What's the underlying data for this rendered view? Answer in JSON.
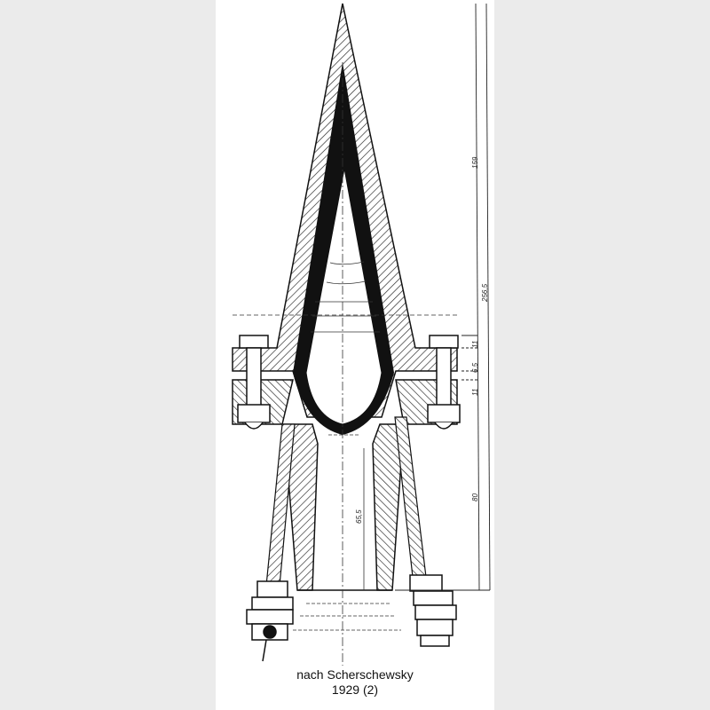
{
  "caption": {
    "line1": "nach Scherschewsky",
    "line2": "1929 (2)"
  },
  "dimensions": {
    "height_upper": "159",
    "height_total": "256,5",
    "flange_a": "11",
    "flange_gap": "6,5",
    "flange_b": "11",
    "height_lower": "80",
    "nozzle_length": "65,5"
  }
}
